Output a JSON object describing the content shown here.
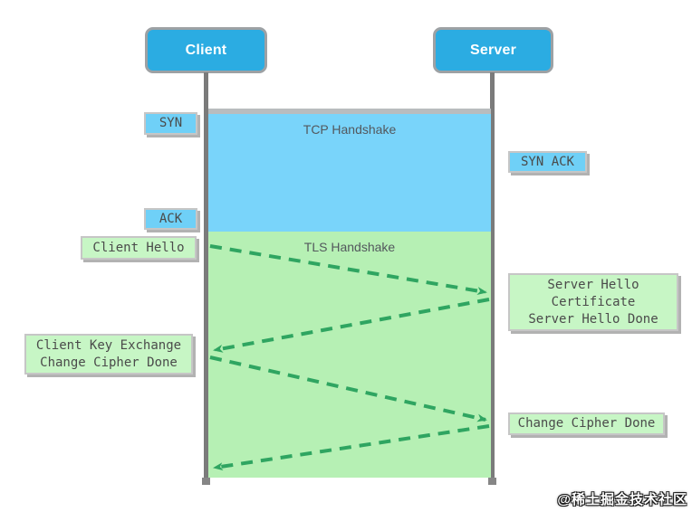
{
  "diagram": {
    "actors": {
      "client": "Client",
      "server": "Server"
    },
    "phases": {
      "tcp": {
        "label": "TCP Handshake",
        "fill": "#79d4fa"
      },
      "tls": {
        "label": "TLS Handshake",
        "fill": "#b6f0b4"
      }
    },
    "messages": {
      "syn": {
        "label": "SYN",
        "from": "client",
        "to": "server"
      },
      "syn_ack": {
        "label": "SYN ACK",
        "from": "server",
        "to": "client"
      },
      "ack": {
        "label": "ACK",
        "from": "client",
        "to": "server"
      },
      "client_hello": {
        "label": "Client Hello",
        "from": "client",
        "to": "server"
      },
      "server_hello": {
        "lines": [
          "Server Hello",
          "Certificate",
          "Server Hello Done"
        ],
        "from": "server",
        "to": "client"
      },
      "client_key_exchange": {
        "lines": [
          "Client Key Exchange",
          "Change Cipher Done"
        ],
        "from": "client",
        "to": "server"
      },
      "change_cipher_done": {
        "label": "Change Cipher Done",
        "from": "server",
        "to": "client"
      }
    },
    "watermark": "@稀土掘金技术社区",
    "colors": {
      "actor_box_fill": "#2bace2",
      "actor_box_border": "#9da1a4",
      "phase_tcp_fill": "#79d4fa",
      "phase_tls_fill": "#b6f0b4",
      "label_blue_fill": "#6fd0f7",
      "label_green_fill": "#c7f6c5",
      "arrow_green": "#2fa561",
      "lifeline_gray": "#7b7b7b",
      "text_dark": "#4b4b4b"
    }
  }
}
